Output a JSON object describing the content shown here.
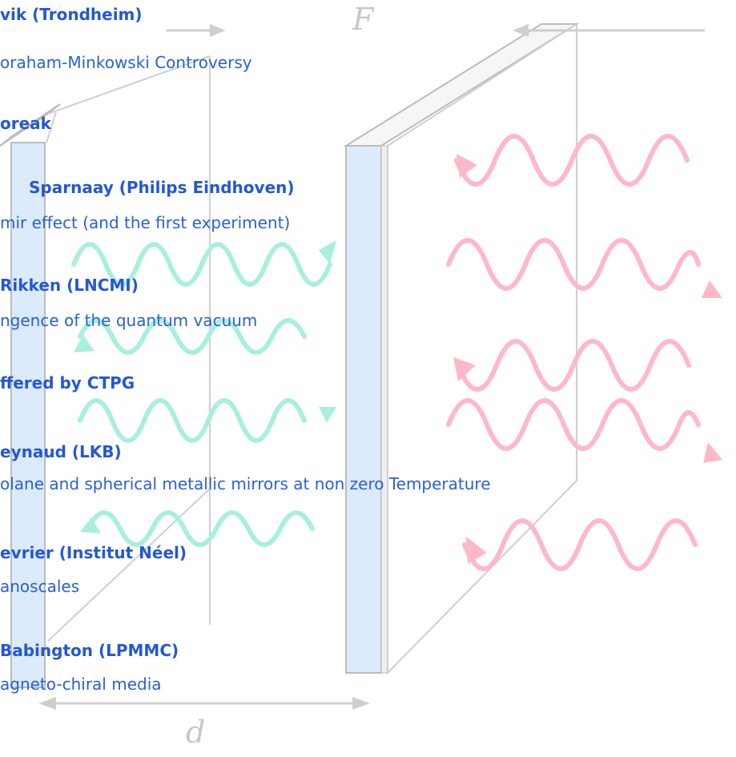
{
  "entries": [
    {
      "kind": "speaker",
      "text": "vik (Trondheim)"
    },
    {
      "kind": "talk",
      "text": "oraham-Minkowski Controversy"
    },
    {
      "kind": "speaker",
      "text": "oreak"
    },
    {
      "kind": "speaker",
      "text": "Sparnaay (Philips Eindhoven)"
    },
    {
      "kind": "talk",
      "text": "mir effect (and the first experiment)"
    },
    {
      "kind": "speaker",
      "text": "Rikken (LNCMI)"
    },
    {
      "kind": "talk",
      "text": "ngence of the quantum vacuum"
    },
    {
      "kind": "speaker",
      "text": "ffered by CTPG"
    },
    {
      "kind": "speaker",
      "text": "eynaud (LKB)"
    },
    {
      "kind": "talk",
      "text": "olane and spherical metallic mirrors at non zero Temperature"
    },
    {
      "kind": "speaker",
      "text": "evrier (Institut Néel)"
    },
    {
      "kind": "talk",
      "text": "anoscales"
    },
    {
      "kind": "speaker",
      "text": "Babington (LPMMC)"
    },
    {
      "kind": "talk",
      "text": "agneto-chiral media"
    }
  ],
  "diagram": {
    "force_label": "F",
    "distance_label": "d",
    "colors": {
      "plate_fill": "#dcebfb",
      "plate_edge": "#bcbcbc",
      "wave_inside": "#a8f0dc",
      "wave_outside": "#ffb8c8",
      "arrow": "#c8c8c8",
      "speaker_text": "#2457d6",
      "talk_text": "#2860d8"
    }
  }
}
